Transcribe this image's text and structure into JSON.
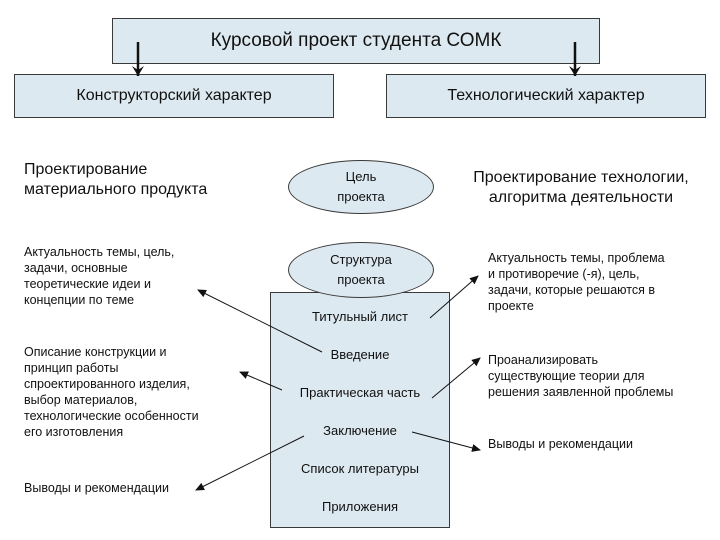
{
  "title": "Курсовой проект студента СОМК",
  "left_header": "Конструкторский характер",
  "right_header": "Технологический характер",
  "left": {
    "heading": "Проектирование\nматериального продукта",
    "item1": "Актуальность темы, цель,\nзадачи, основные\nтеоретические идеи и\nконцепции по теме",
    "item2": "Описание конструкции и\nпринцип работы\nспроектированного изделия,\nвыбор материалов,\nтехнологические особенности\nего изготовления",
    "item3": "Выводы и рекомендации"
  },
  "center": {
    "goal": "Цель\nпроекта",
    "structure": "Структура\nпроекта",
    "items": [
      "Титульный лист",
      "Введение",
      "Практическая часть",
      "Заключение",
      "Список литературы",
      "Приложения"
    ]
  },
  "right": {
    "heading": "Проектирование технологии,\nалгоритма деятельности",
    "item1": "Актуальность темы, проблема\nи противоречие (-я), цель,\nзадачи, которые решаются в\nпроекте",
    "item2": "Проанализировать\nсуществующие теории для\nрешения заявленной проблемы",
    "item3": "Выводы и рекомендации"
  }
}
